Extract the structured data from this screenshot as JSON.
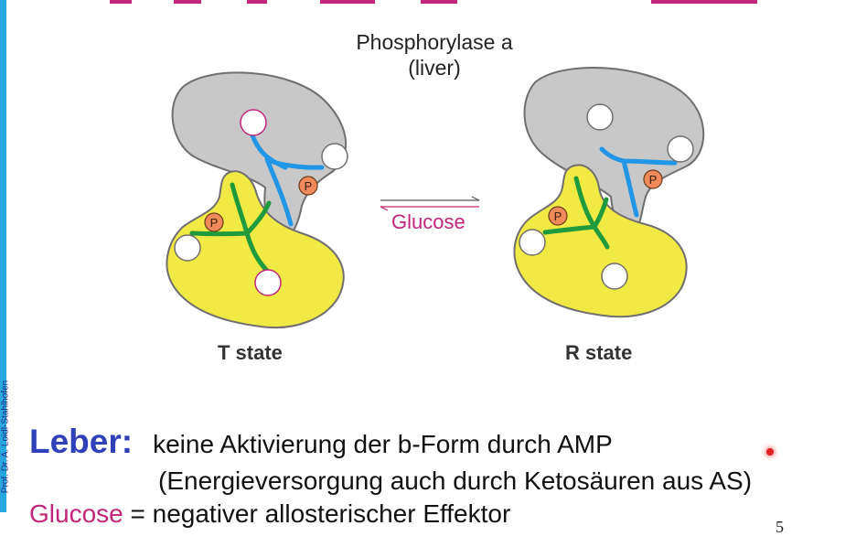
{
  "sidebar": {
    "author": "Prof. Dr. A. Loidl-Stahlhofen",
    "color": "#29a8e0"
  },
  "figure": {
    "title_line1": "Phosphorylase a",
    "title_line2": "(liver)",
    "left_state": "T state",
    "right_state": "R state",
    "arrow_label": "Glucose",
    "phosphate_label": "P",
    "colors": {
      "upper_subunit": "#c8c8c8",
      "lower_subunit": "#f2ea44",
      "upper_helix": "#2196e6",
      "lower_helix": "#1f9a3c",
      "phosphate": "#f08a5a",
      "site_ring": "#c2267a",
      "arrow": "#c2267a"
    }
  },
  "text": {
    "line1_lead": "Leber:",
    "line1_rest": "keine Aktivierung der b-Form durch AMP",
    "line2": "(Energieversorgung auch durch Ketosäuren aus AS)",
    "line3_glucose": "Glucose",
    "line3_rest": " = negativer allosterischer Effektor",
    "page_number": "5"
  }
}
